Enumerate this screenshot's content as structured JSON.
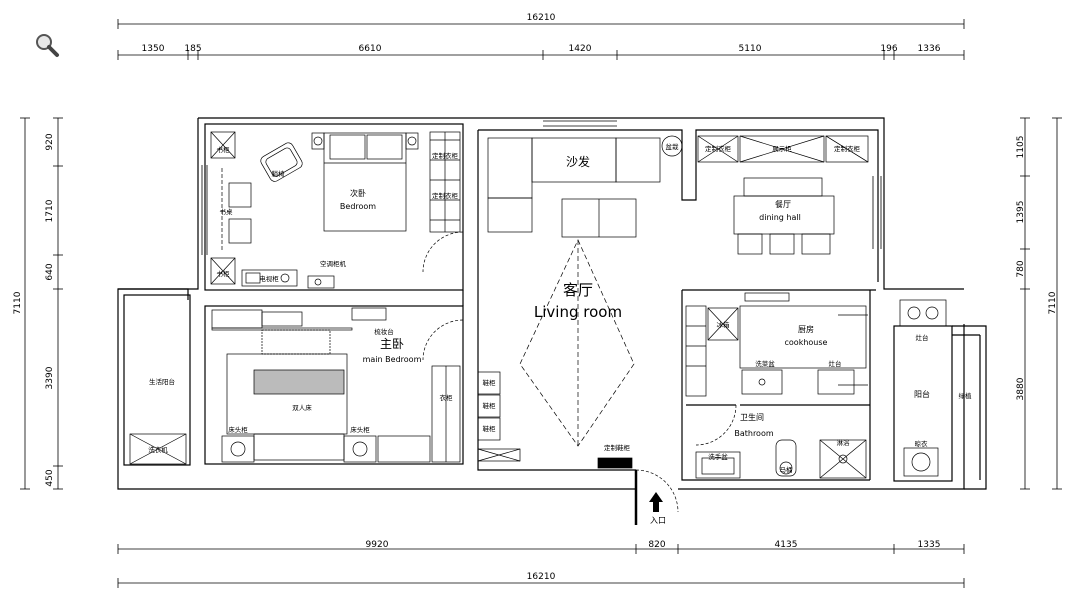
{
  "toolbar": {
    "zoom_icon": "magnifier-icon"
  },
  "dimensions": {
    "top_total": "16210",
    "top_segments": [
      "1350",
      "185",
      "6610",
      "1420",
      "5110",
      "196",
      "1336"
    ],
    "bottom_segments": [
      "9920",
      "820",
      "4135",
      "1335"
    ],
    "bottom_total": "16210",
    "left_segments": [
      "920",
      "1710",
      "640",
      "3390",
      "450"
    ],
    "left_total": "7110",
    "right_segments": [
      "1105",
      "1395",
      "780",
      "3880"
    ],
    "right_total": "7110"
  },
  "rooms": {
    "second_bedroom_cn": "次卧",
    "second_bedroom_en": "Bedroom",
    "living_room_cn": "客厅",
    "living_room_en": "Living room",
    "sofa": "沙发",
    "dining_cn": "餐厅",
    "dining_en": "dining hall",
    "master_cn": "主卧",
    "master_en": "main Bedroom",
    "kitchen_cn": "厨房",
    "kitchen_en": "cookhouse",
    "bath_cn": "卫生间",
    "bath_en": "Bathroom",
    "balcony_left": "生活阳台",
    "balcony_right": "阳台",
    "entrance": "入口"
  },
  "furniture": {
    "bookcase": "书柜",
    "lounge_chair": "躺椅",
    "desk": "书桌",
    "tv_cabinet": "电视柜",
    "ac": "空调柜机",
    "wardrobe_a": "定制衣柜",
    "plant": "盆栽",
    "custom_cab_1": "定制衣柜",
    "display_cab": "展示柜",
    "custom_cab_2": "定制衣柜",
    "master_wardrobe": "衣柜",
    "dresser": "梳妆台",
    "double_bed": "双人床",
    "nightstand_l": "床头柜",
    "nightstand_r": "床头柜",
    "shoe_1": "鞋柜",
    "shoe_2": "鞋柜",
    "shoe_3": "鞋柜",
    "shoe_cab": "定制鞋柜",
    "fridge": "冰箱",
    "sink": "洗菜盆",
    "stove_k": "灶台",
    "wash_basin": "洗手盆",
    "toilet": "马桶",
    "shower": "淋浴",
    "washer": "洗衣机",
    "stove_b": "灶台",
    "plants_b": "绿植",
    "laundry": "晾衣"
  }
}
